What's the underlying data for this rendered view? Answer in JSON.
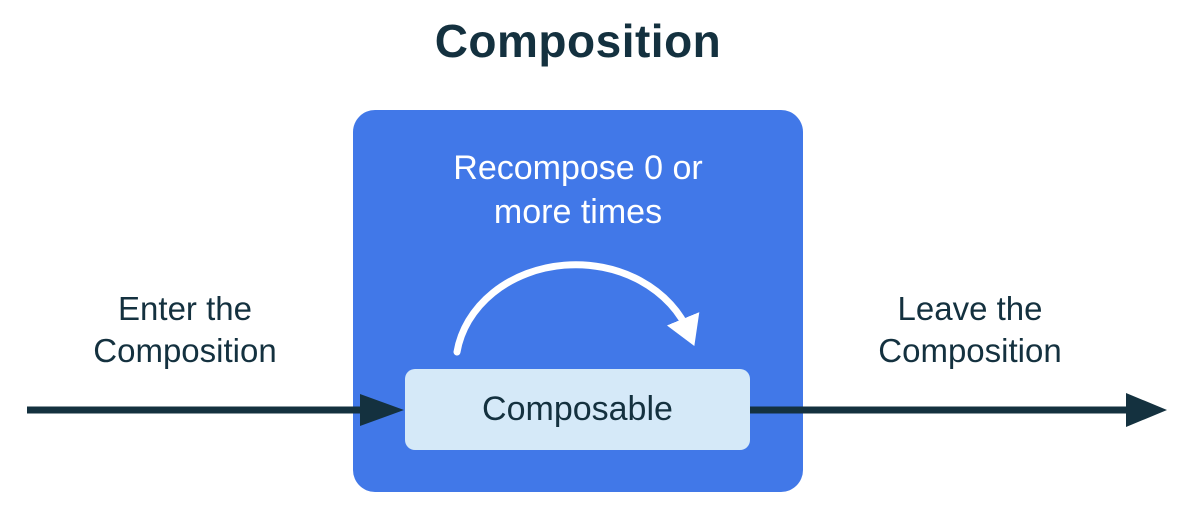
{
  "title": "Composition",
  "colors": {
    "navy": "#14313F",
    "blue": "#4178E8",
    "light_blue": "#D5E9F8",
    "white": "#FFFFFF"
  },
  "composition_box": {
    "recompose_label_line1": "Recompose 0 or",
    "recompose_label_line2": "more times",
    "composable_label": "Composable"
  },
  "enter_label": {
    "line1": "Enter the",
    "line2": "Composition"
  },
  "leave_label": {
    "line1": "Leave the",
    "line2": "Composition"
  },
  "icons": {
    "recompose_arc": "curved-loop-arrow",
    "enter_arrow": "right-arrow",
    "leave_arrow": "right-arrow"
  }
}
